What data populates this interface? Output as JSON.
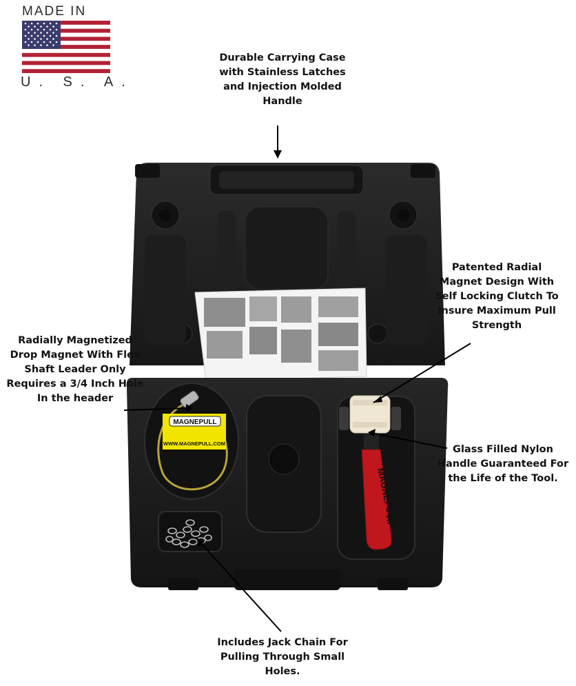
{
  "badge": {
    "top_text": "MADE IN",
    "bottom_text": "U. S. A."
  },
  "callouts": {
    "case": [
      "Durable Carrying Case",
      "with Stainless Latches",
      "and Injection Molded",
      "Handle"
    ],
    "magnet_design": [
      "Patented Radial",
      "Magnet Design With",
      "Self Locking Clutch To",
      "Insure Maximum Pull",
      "Strength"
    ],
    "drop_magnet": [
      "Radially Magnetized",
      "Drop Magnet With Flex",
      "Shaft Leader Only",
      "Requires a 3/4 Inch Hole",
      "In the header"
    ],
    "handle": [
      "Glass Filled Nylon",
      "Handle Guaranteed For",
      "the Life of the Tool."
    ],
    "chain": [
      "Includes Jack Chain For",
      "Pulling Through Small",
      "Holes."
    ]
  },
  "product_labels": {
    "brand": "MAGNEPULL",
    "url": "WWW.MAGNEPULL.COM",
    "handle_brand": "MAGNEPULL",
    "handle_model": "XP"
  },
  "colors": {
    "case": "#1c1c1c",
    "flag_red": "#b22234",
    "flag_blue": "#3c3b6e",
    "label_yellow": "#f2e600",
    "handle_red": "#c0161d"
  }
}
